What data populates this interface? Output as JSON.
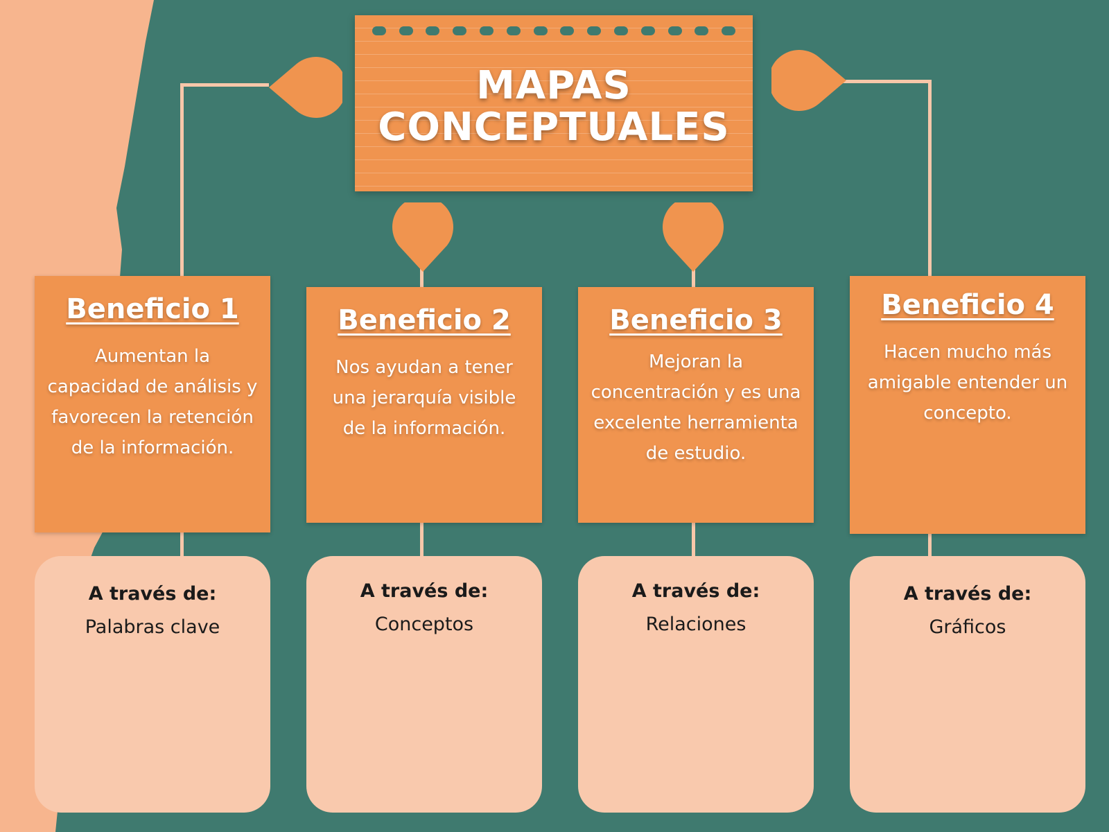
{
  "title": {
    "line1": "MAPAS",
    "line2": "CONCEPTUALES"
  },
  "benefits": [
    {
      "title": "Beneficio 1",
      "text": "Aumentan la capacidad de análisis y favorecen la retención de la información.",
      "via_heading": "A través de:",
      "via_text": "Palabras clave"
    },
    {
      "title": "Beneficio 2",
      "text": "Nos ayudan a tener una jerarquía visible de la información.",
      "via_heading": "A través de:",
      "via_text": "Conceptos"
    },
    {
      "title": "Beneficio 3",
      "text": "Mejoran la concentración y es una excelente herramienta de estudio.",
      "via_heading": "A través de:",
      "via_text": "Relaciones"
    },
    {
      "title": "Beneficio 4",
      "text": "Hacen mucho más amigable entender un concepto.",
      "via_heading": "A través de:",
      "via_text": "Gráficos"
    }
  ],
  "colors": {
    "card_orange": "#f0944f",
    "card_peach": "#f9c9ad",
    "background_teal": "#3f7a6f",
    "background_salmon": "#f7b58e"
  }
}
